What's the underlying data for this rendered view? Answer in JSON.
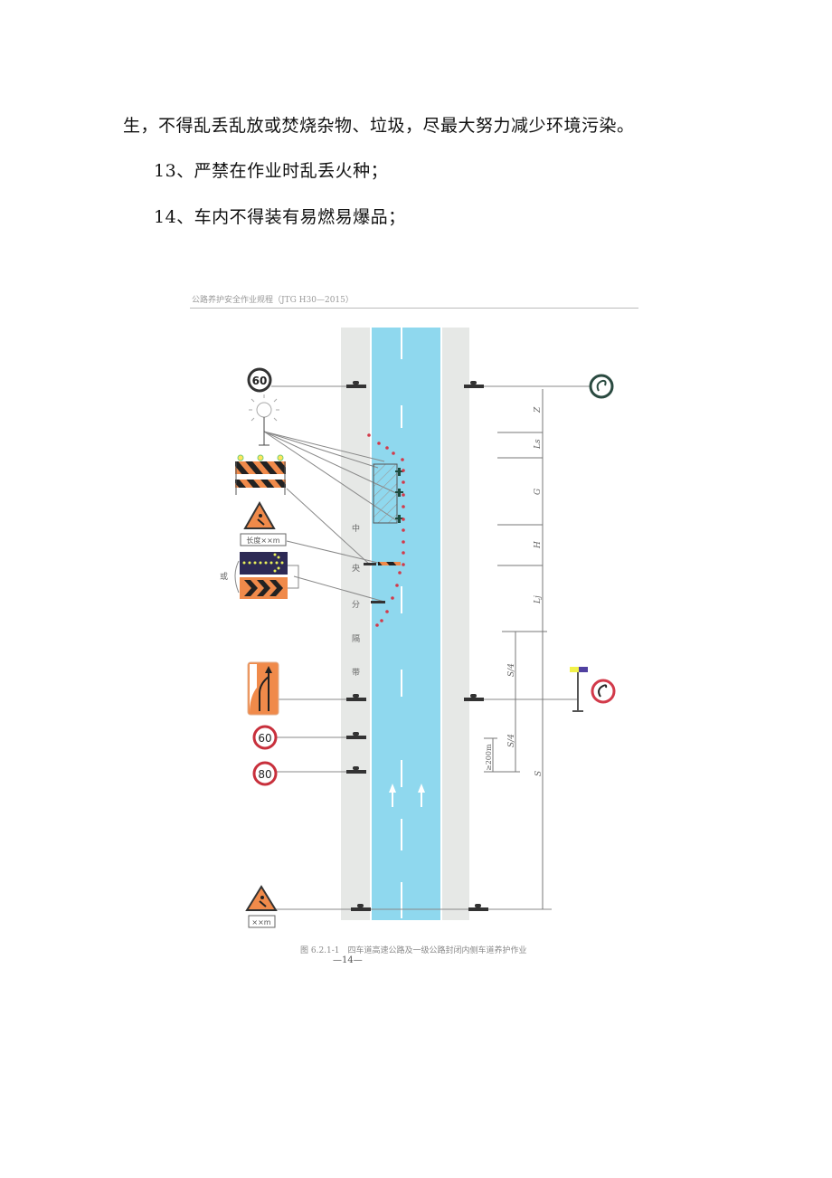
{
  "document": {
    "paragraphs": [
      "生，不得乱丢乱放或焚烧杂物、垃圾，尽最大努力减少环境污染。",
      "13、严禁在作业时乱丢火种；",
      "14、车内不得装有易燃易爆品；"
    ]
  },
  "figure": {
    "header": "公路养护安全作业规程（JTG H30—2015）",
    "caption": "图 6.2.1-1　四车道高速公路及一级公路封闭内侧车道养护作业",
    "page_number": "—14—",
    "median_label": [
      "中",
      "央",
      "分",
      "隔",
      "带"
    ],
    "or_label": "或",
    "signs": {
      "speed_limit_top": "60",
      "speed_limit_mid": "60",
      "speed_limit_low": "80",
      "length_plate": "长度××m",
      "distance_plate": "××m"
    },
    "dimensions": {
      "Z": "Z",
      "Ls": "Ls",
      "G": "G",
      "H": "H",
      "Lj": "Lj",
      "S4_upper": "S/4",
      "S4_lower": "S/4",
      "S": "S",
      "min_200": "≥200m"
    },
    "colors": {
      "road": "#8fd8ee",
      "median": "#e6e8e6",
      "cone": "#d23a4a",
      "sign_orange": "#f08a4a",
      "speed_ring": "#c8303c"
    }
  }
}
